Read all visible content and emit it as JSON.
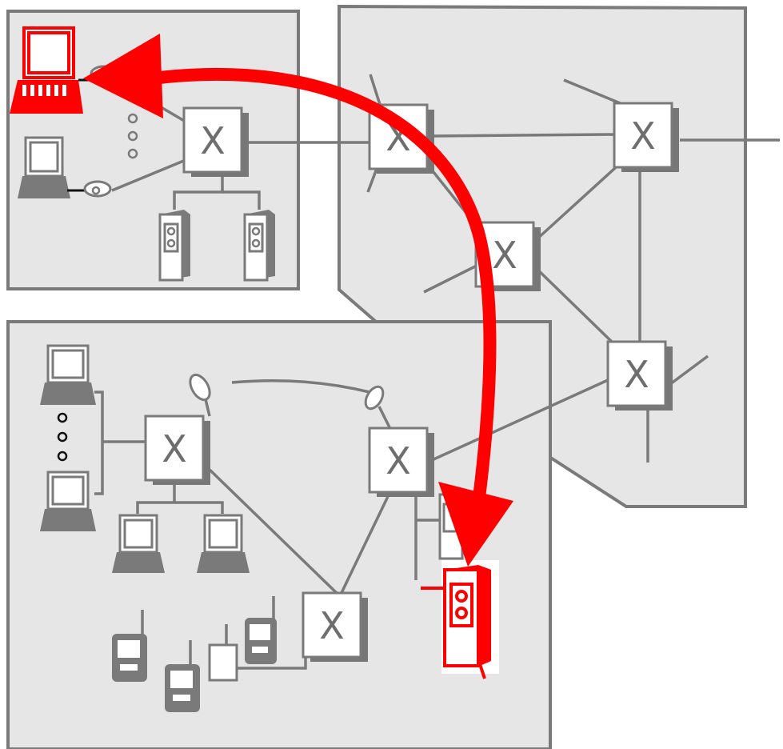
{
  "diagram": {
    "switch_symbol": "X",
    "colors": {
      "region_fill": "#e6e6e6",
      "outline": "#7a7a7a",
      "highlight": "#ff0000",
      "background": "#ffffff"
    },
    "regions": [
      "top-left-access-network",
      "core-network",
      "bottom-access-network"
    ],
    "highlighted_endpoints": [
      "red-terminal",
      "red-server"
    ],
    "arrow": "bidirectional"
  }
}
